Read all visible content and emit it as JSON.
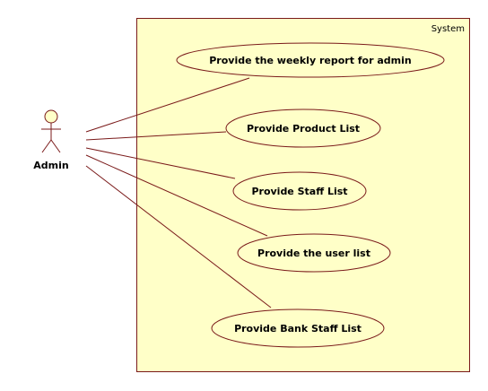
{
  "system": {
    "label": "System"
  },
  "actor": {
    "name": "Admin"
  },
  "use_cases": [
    {
      "label": "Provide the weekly report for admin"
    },
    {
      "label": "Provide Product List"
    },
    {
      "label": "Provide Staff List"
    },
    {
      "label": "Provide the user list"
    },
    {
      "label": "Provide Bank Staff List"
    }
  ]
}
